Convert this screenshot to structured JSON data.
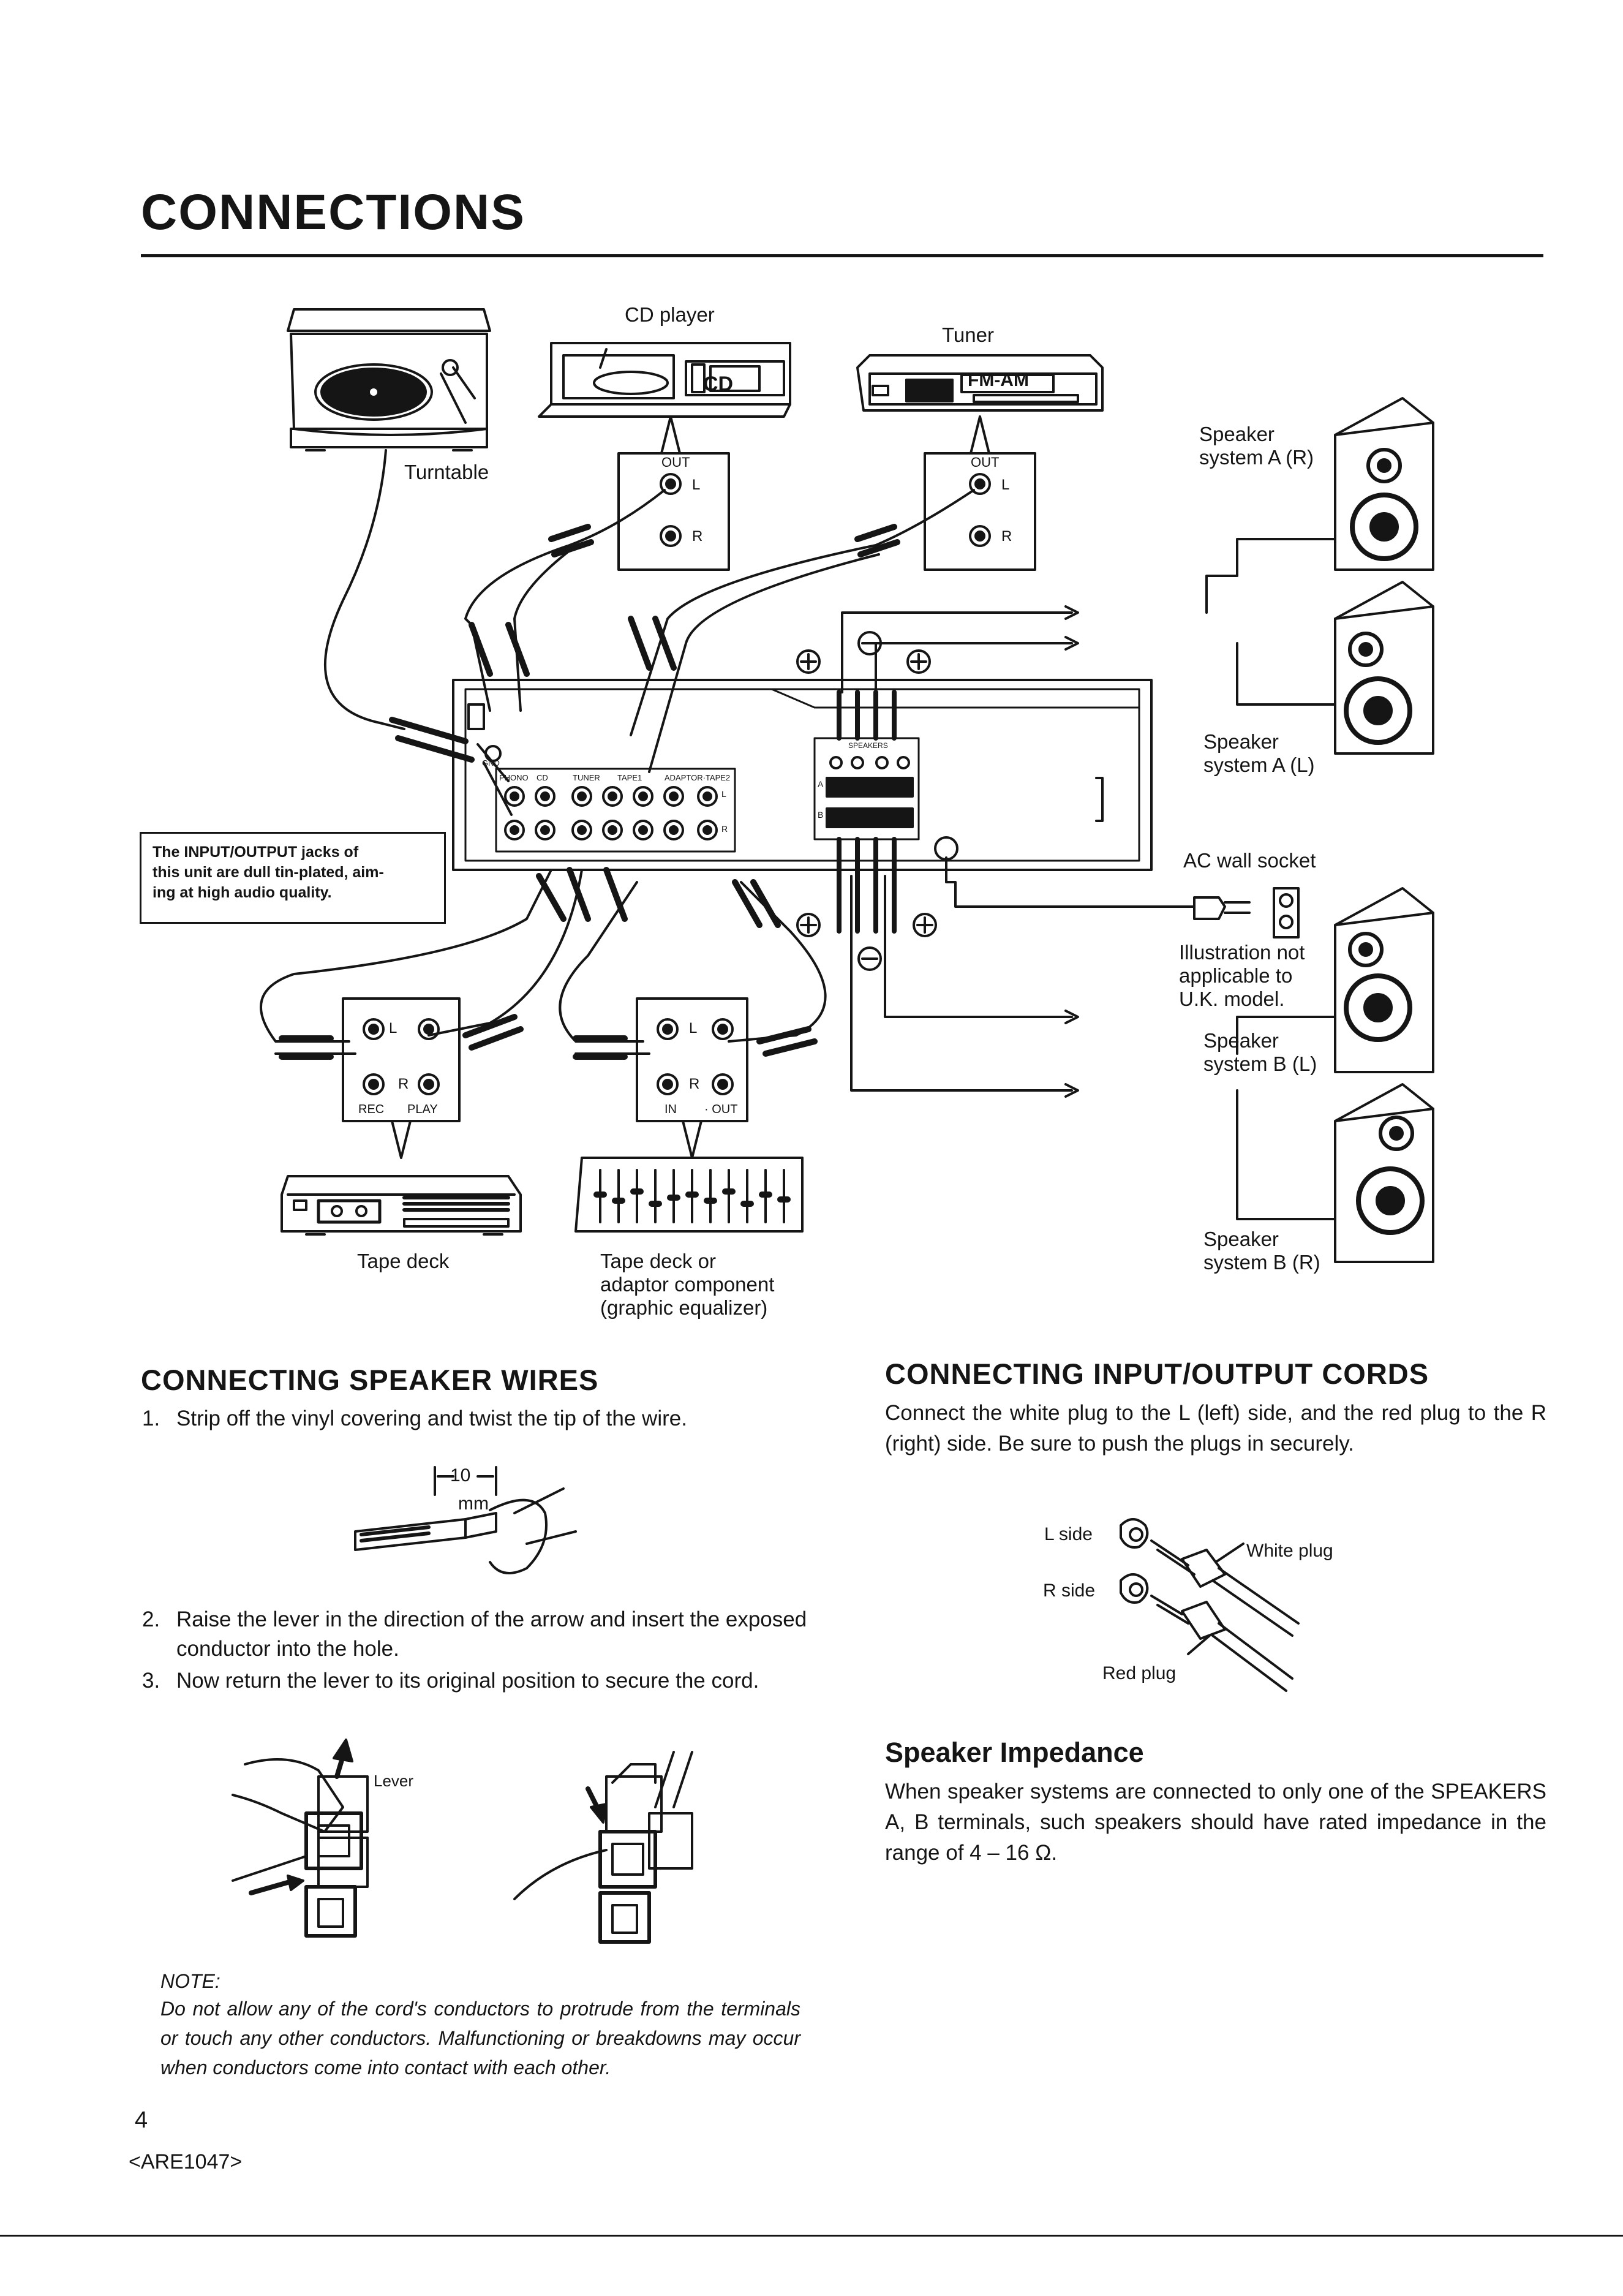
{
  "page": {
    "title": "CONNECTIONS",
    "page_number": "4",
    "doc_code": "<ARE1047>"
  },
  "diagram": {
    "cd_player": "CD player",
    "tuner": "Tuner",
    "turntable": "Turntable",
    "speaker_a_r": [
      "Speaker",
      "system A (R)"
    ],
    "speaker_a_l": [
      "Speaker",
      "system A (L)"
    ],
    "speaker_b_l": [
      "Speaker",
      "system B (L)"
    ],
    "speaker_b_r": [
      "Speaker",
      "system B (R)"
    ],
    "ac_wall_socket": "AC wall socket",
    "uk_note": [
      "Illustration not",
      "applicable to",
      "U.K. model."
    ],
    "tape_deck": "Tape deck",
    "tape_deck_adaptor": [
      "Tape deck or",
      "adaptor component",
      "(graphic equalizer)"
    ],
    "jack_note": [
      "The  INPUT/OUTPUT  jacks  of",
      "this unit are dull tin-plated, aim-",
      "ing at high audio quality."
    ],
    "jack_labels": {
      "out": "OUT",
      "l": "L",
      "r": "R",
      "rec": "REC",
      "play": "PLAY",
      "in": "IN",
      "out2": "· OUT"
    },
    "cd_display": "CD",
    "tuner_display": "FM-AM",
    "panel_labels": {
      "gnd": "GND",
      "phono": "PHONO",
      "cd": "CD",
      "tuner": "TUNER",
      "tape1": "TAPE1",
      "adaptor": "ADAPTOR·TAPE2",
      "speakers": "SPEAKERS",
      "a": "A",
      "b": "B",
      "l": "L",
      "r": "R"
    }
  },
  "speaker_wires": {
    "heading": "CONNECTING SPEAKER WIRES",
    "steps": [
      {
        "num": "1.",
        "text": "Strip off the vinyl covering and twist the tip of the wire."
      },
      {
        "num": "2.",
        "text": "Raise the lever in the direction of the arrow and insert the exposed conductor into the hole."
      },
      {
        "num": "3.",
        "text": "Now return the lever to its original position to secure the cord."
      }
    ],
    "strip_value": "10",
    "strip_unit": "mm",
    "lever_label": "Lever",
    "note_title": "NOTE:",
    "note_text": "Do not allow any of the cord's conductors to protrude from the terminals or touch any other conductors. Malfunctioning or breakdowns may occur when conductors come into contact with each other."
  },
  "io_cords": {
    "heading": "CONNECTING INPUT/OUTPUT CORDS",
    "text": "Connect the white plug to the L (left) side, and the red plug to the R (right) side. Be sure to push the plugs in securely.",
    "l_side": "L side",
    "r_side": "R side",
    "white_plug": "White plug",
    "red_plug": "Red plug"
  },
  "impedance": {
    "heading": "Speaker Impedance",
    "text": "When speaker systems are connected to only one of the SPEAKERS A, B terminals, such speakers should have rated impedance in the range of 4 – 16 Ω."
  }
}
